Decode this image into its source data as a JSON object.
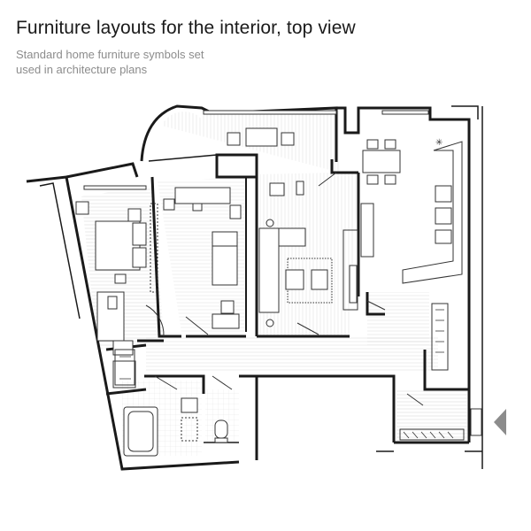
{
  "header": {
    "title": "Furniture layouts for the interior, top view",
    "subtitle_line1": "Standard home furniture symbols set",
    "subtitle_line2": "used in architecture plans"
  },
  "colors": {
    "wall": "#1a1a1a",
    "floor_hatch": "#d9d9d9",
    "furniture_stroke": "#333333",
    "marker": "#8c8c8c"
  },
  "plan": {
    "rooms": [
      "bedroom",
      "study",
      "living-room",
      "kitchen",
      "bathroom",
      "toilet",
      "hallway",
      "entrance"
    ],
    "entrance_marker": "triangle-icon"
  }
}
